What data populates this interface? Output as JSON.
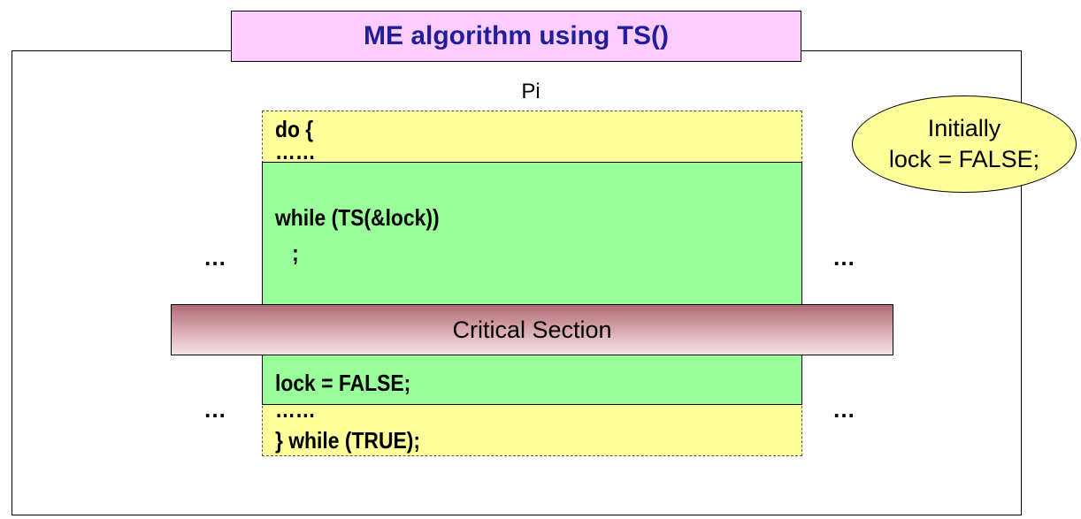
{
  "title": "ME algorithm using TS()",
  "process_label": "Pi",
  "code": {
    "do_line": "do {",
    "dots_top": "……",
    "while_line": "while (TS(&lock))",
    "semicolon_line": "   ;",
    "lock_line": "lock = FALSE;",
    "dots_bottom": "……",
    "end_line": "} while (TRUE);"
  },
  "critical_section_label": "Critical Section",
  "ellipsis": "…",
  "note": {
    "line1": "Initially",
    "line2": "lock = FALSE;"
  },
  "colors": {
    "title_bg": "#ffccff",
    "title_text": "#1f1f9a",
    "code_block_yellow": "#ffff99",
    "entry_exit_green": "#99ff99",
    "critical_section": "#c8868f"
  }
}
